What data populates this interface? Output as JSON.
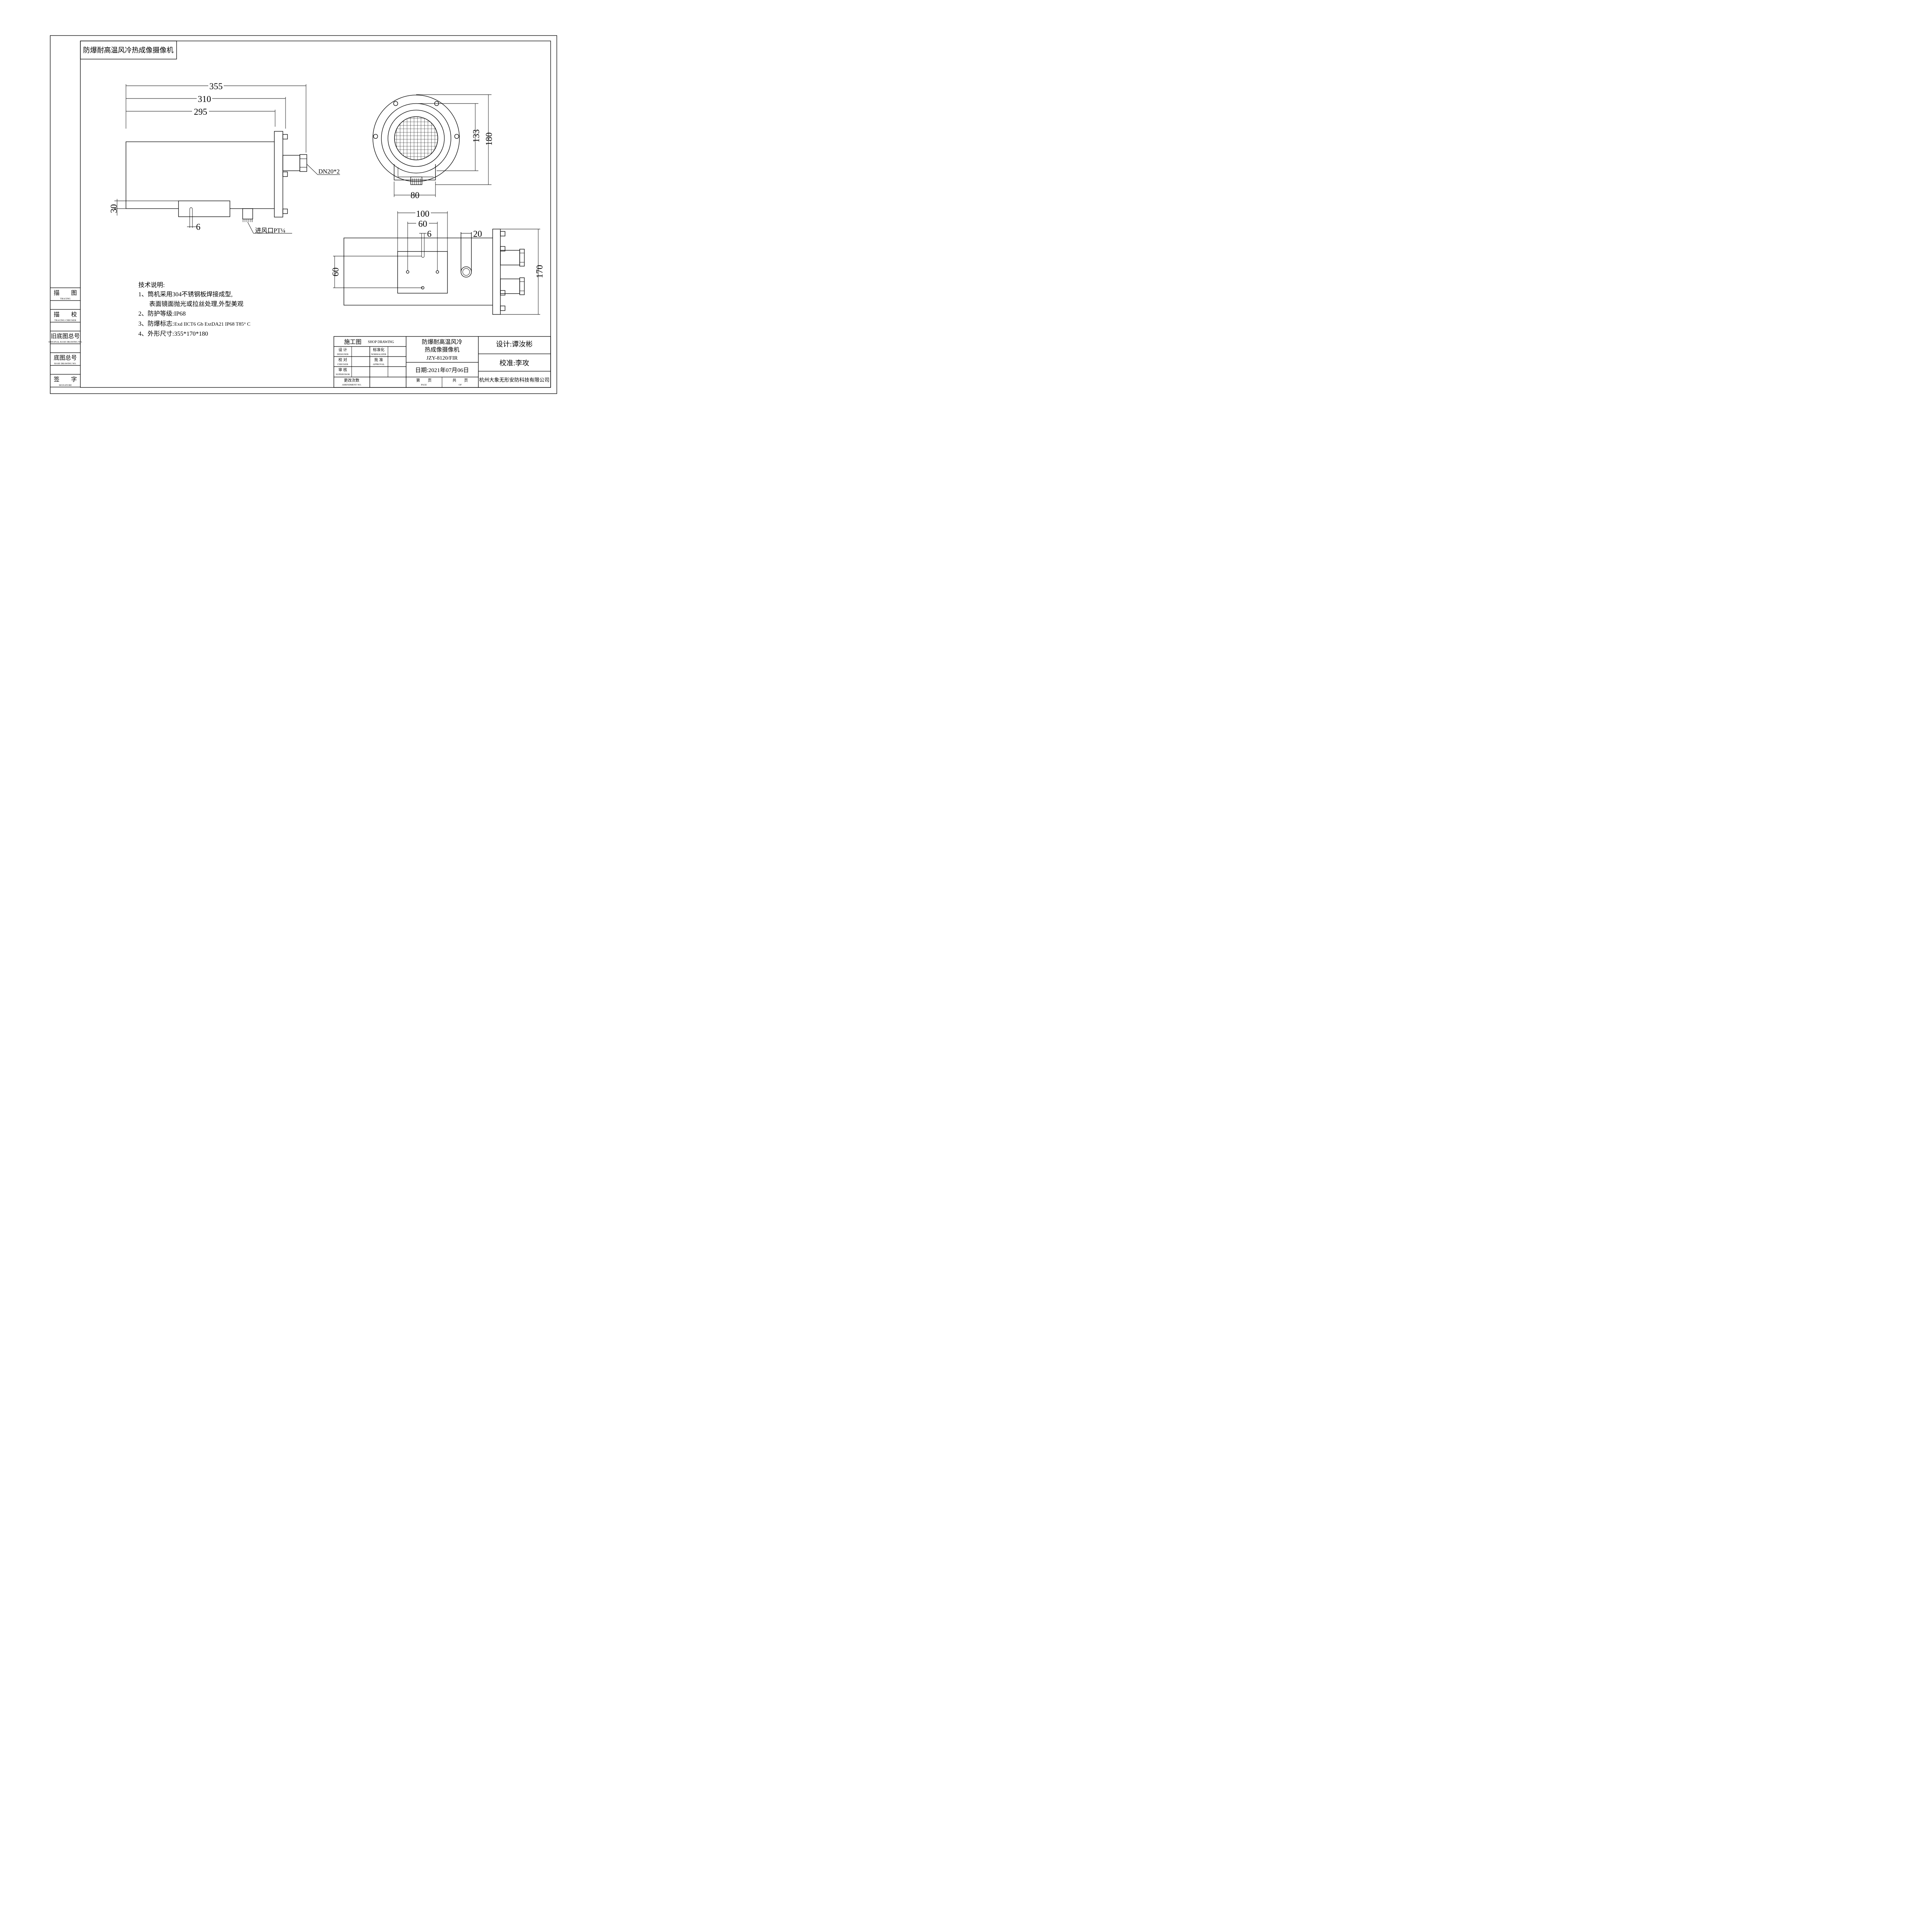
{
  "drawing_title": "防爆耐高温风冷热成像摄像机",
  "dimensions": {
    "d355": "355",
    "d310": "310",
    "d295": "295",
    "d30": "30",
    "d6_side": "6",
    "d133": "133",
    "d180": "180",
    "d80": "80",
    "d100": "100",
    "d60_top": "60",
    "d6_bottom": "6",
    "d20": "20",
    "d60_left": "60",
    "d170": "170"
  },
  "callouts": {
    "gland": "DN20*2",
    "air_inlet": "进风口PT¼"
  },
  "tech_notes": {
    "heading": "技术说明:",
    "line1": "1、筒机采用304不锈钢板焊接成型,",
    "line2": "表面镜面抛光或拉丝处理,外型美观",
    "line3": "2、防护等级:IP68",
    "line4_prefix": "3、防爆标志:",
    "line4_value": "Exd IICT6 Gb ExtDA21 IP68 T85° C",
    "line5": "4、外形尺寸:355*170*180"
  },
  "side_strip": [
    {
      "cn": "描　　图",
      "en": "TRACING"
    },
    {
      "cn": "描　　校",
      "en": "TRACING CHECKER"
    },
    {
      "cn": "旧底图总号",
      "en": "ORIGINAL BASE DRAWING NO."
    },
    {
      "cn": "底图总号",
      "en": "BASE DRAWING NO."
    },
    {
      "cn": "签　　字",
      "en": "SIGNATURE"
    }
  ],
  "title_block": {
    "shop_cn": "施工图",
    "shop_en": "SHOP DRAWING",
    "designer_cn": "设 计",
    "designer_en": "DESIGNER",
    "normalizer_cn": "标准化",
    "normalizer_en": "NORMALIZER",
    "checker_cn": "校 对",
    "checker_en": "CHECKER",
    "approval_cn": "批 准",
    "approval_en": "APPROVAL",
    "supervisor_cn": "审 核",
    "supervisor_en": "SUPERVISOR",
    "amendment_cn": "更改次数",
    "amendment_en": "AMENDMENT NO.",
    "name_line1": "防爆耐高温风冷",
    "name_line2": "热成像摄像机",
    "model": "JZY-8120/FIR",
    "date": "日期:2021年07月06日",
    "page_cn": "第　　页",
    "page_en": "PAGE",
    "of_cn": "共　　页",
    "of_en": "OF",
    "design": "设计:谭汝彬",
    "review": "校准:李攻",
    "company": "杭州大象无形安防科技有限公司"
  }
}
